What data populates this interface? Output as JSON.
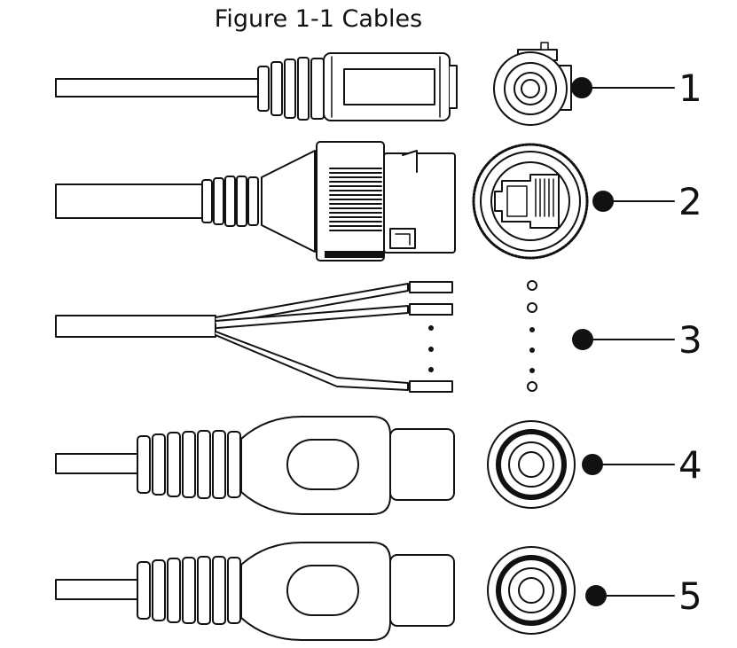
{
  "figure": {
    "title": "Figure 1-1 Cables"
  },
  "callouts": [
    {
      "number": "1"
    },
    {
      "number": "2"
    },
    {
      "number": "3"
    },
    {
      "number": "4"
    },
    {
      "number": "5"
    }
  ],
  "colors": {
    "ink": "#111111",
    "paper": "#ffffff"
  }
}
